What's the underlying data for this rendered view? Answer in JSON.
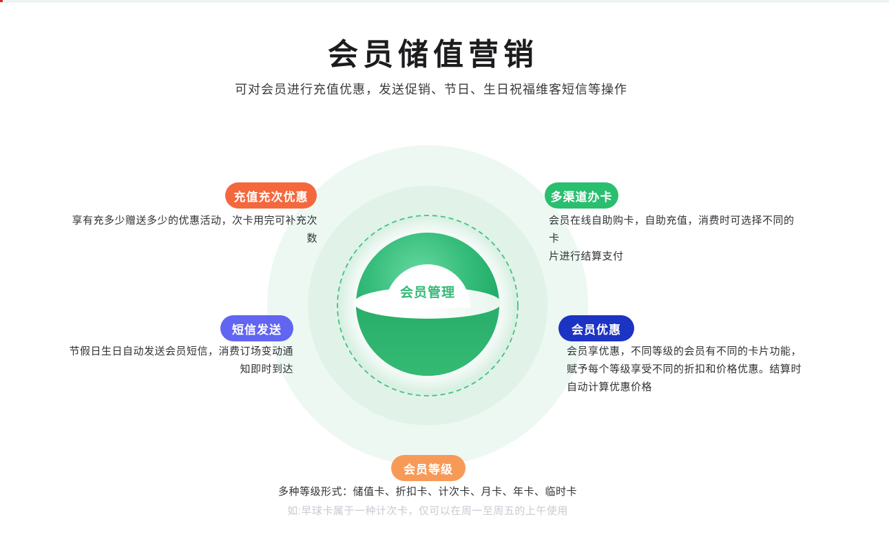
{
  "page": {
    "title": "会员储值营销",
    "subtitle": "可对会员进行充值优惠，发送促销、节日、生日祝福维客短信等操作"
  },
  "diagram": {
    "center_label": "会员管理",
    "colors": {
      "sphere_green": "#2BB56E",
      "dashed_ring": "#3FC27E",
      "outer_circle": "#EDF8F2",
      "mid_circle": "#E1F3E9",
      "inner_disc": "#D9F0E3",
      "center_label_color": "#35B878"
    }
  },
  "features": [
    {
      "id": "recharge",
      "label": "充值充次优惠",
      "badge_color": "#F4683E",
      "desc_lines": [
        "享有充多少赠送多少的优惠活动，次卡用完可补充次数"
      ]
    },
    {
      "id": "channels",
      "label": "多渠道办卡",
      "badge_color": "#2ABE6F",
      "desc_lines": [
        "会员在线自助购卡，自助充值，消费时可选择不同的卡",
        "片进行结算支付"
      ]
    },
    {
      "id": "sms",
      "label": "短信发送",
      "badge_color": "#6165F1",
      "desc_lines": [
        "节假日生日自动发送会员短信，消费订场变动通",
        "知即时到达"
      ]
    },
    {
      "id": "discount",
      "label": "会员优惠",
      "badge_color": "#1D33C4",
      "desc_lines": [
        "会员享优惠，不同等级的会员有不同的卡片功能，",
        "赋予每个等级享受不同的折扣和价格优惠。结算时",
        "自动计算优惠价格"
      ]
    },
    {
      "id": "levels",
      "label": "会员等级",
      "badge_color": "#F79A58",
      "desc_lines": [
        "多种等级形式：储值卡、折扣卡、计次卡、月卡、年卡、临时卡"
      ],
      "note": "如:早球卡属于一种计次卡，仅可以在周一至周五的上午使用"
    }
  ]
}
